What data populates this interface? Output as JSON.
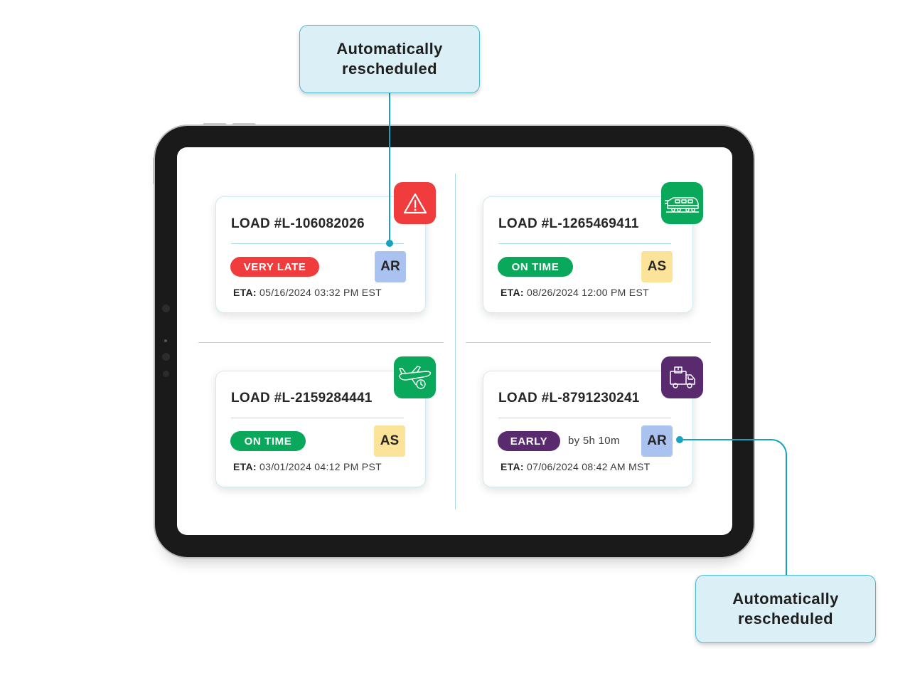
{
  "callouts": [
    {
      "line1": "Automatically",
      "line2": "rescheduled"
    },
    {
      "line1": "Automatically",
      "line2": "rescheduled"
    }
  ],
  "cards": [
    {
      "load": "LOAD #L-106082026",
      "status": "VERY LATE",
      "status_color": "#f03c3c",
      "extra": "",
      "avatar": "AR",
      "avatar_color": "#a9c2f0",
      "eta_label": "ETA:",
      "eta_value": "05/16/2024 03:32 PM EST",
      "mode_icon": "warning-icon",
      "mode_color": "#f03c3c"
    },
    {
      "load": "LOAD #L-1265469411",
      "status": "ON TIME",
      "status_color": "#0aa85a",
      "extra": "",
      "avatar": "AS",
      "avatar_color": "#fce39a",
      "eta_label": "ETA:",
      "eta_value": "08/26/2024 12:00 PM EST",
      "mode_icon": "train-icon",
      "mode_color": "#0aa85a"
    },
    {
      "load": "LOAD #L-2159284441",
      "status": "ON TIME",
      "status_color": "#0aa85a",
      "extra": "",
      "avatar": "AS",
      "avatar_color": "#fce39a",
      "eta_label": "ETA:",
      "eta_value": "03/01/2024 04:12 PM PST",
      "mode_icon": "airplane-icon",
      "mode_color": "#0aa85a"
    },
    {
      "load": "LOAD #L-8791230241",
      "status": "EARLY",
      "status_color": "#5a2a6e",
      "extra": "by 5h 10m",
      "avatar": "AR",
      "avatar_color": "#a9c2f0",
      "eta_label": "ETA:",
      "eta_value": "07/06/2024 08:42 AM MST",
      "mode_icon": "truck-icon",
      "mode_color": "#5a2a6e"
    }
  ]
}
